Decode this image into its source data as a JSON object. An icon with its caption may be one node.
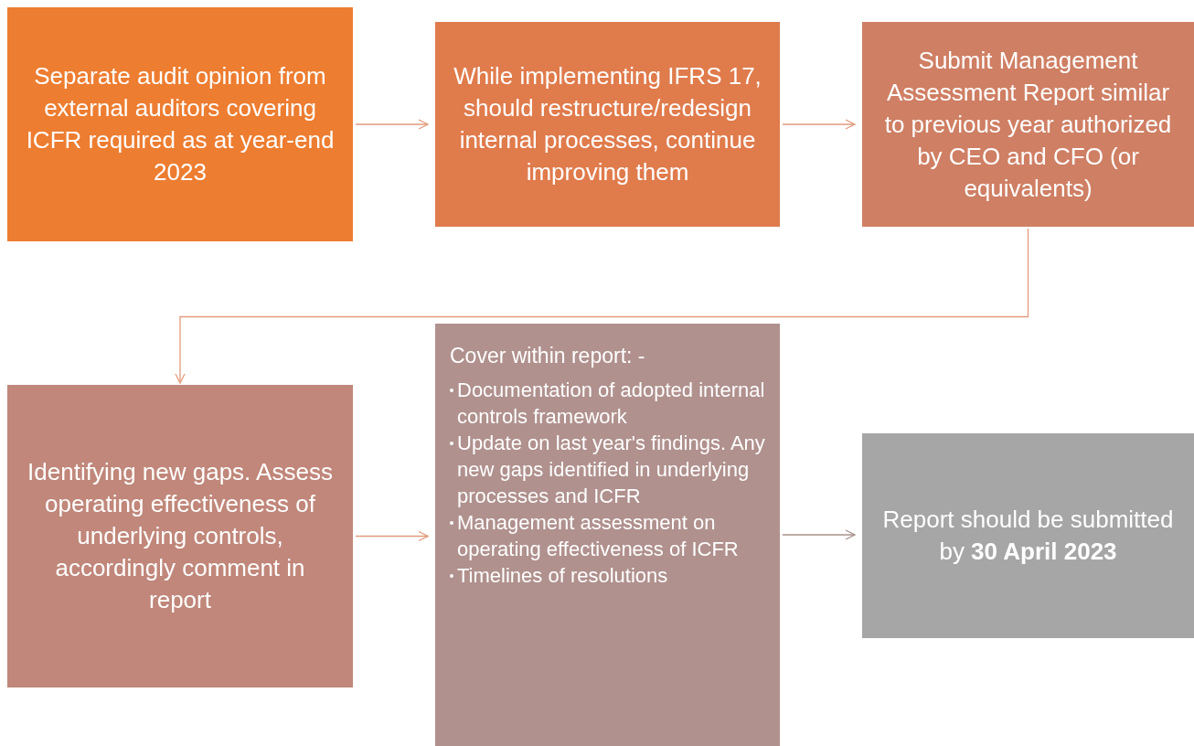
{
  "diagram": {
    "nodes": [
      {
        "text": [
          "Separate audit opinion from external auditors covering ICFR required as at year-end 2023"
        ]
      },
      {
        "text": [
          "While implementing IFRS 17, should restructure/redesign internal processes, continue improving them"
        ]
      },
      {
        "text": [
          "Submit Management Assessment Report similar to previous year authorized by CEO and CFO (or equivalents)"
        ]
      },
      {
        "text": [
          "Identifying new gaps. Assess operating effectiveness of underlying controls, accordingly comment in report"
        ]
      },
      {
        "text": [
          "Cover within report: -",
          "Documentation of adopted internal controls framework",
          "Update on last year's findings. Any new gaps identified in underlying processes and ICFR",
          "Management assessment on operating effectiveness of ICFR",
          "Timelines of resolutions"
        ]
      },
      {
        "text": [
          "Report should be submitted by **30 April 2023**"
        ]
      }
    ],
    "edges": [
      {
        "from": 0,
        "to": 1,
        "arrow": "to"
      },
      {
        "from": 1,
        "to": 2,
        "arrow": "to"
      },
      {
        "from": 2,
        "to": 3,
        "arrow": "to"
      },
      {
        "from": 3,
        "to": 4,
        "arrow": "to"
      },
      {
        "from": 4,
        "to": 5,
        "arrow": "to",
        "color": "#a8908a"
      }
    ]
  }
}
